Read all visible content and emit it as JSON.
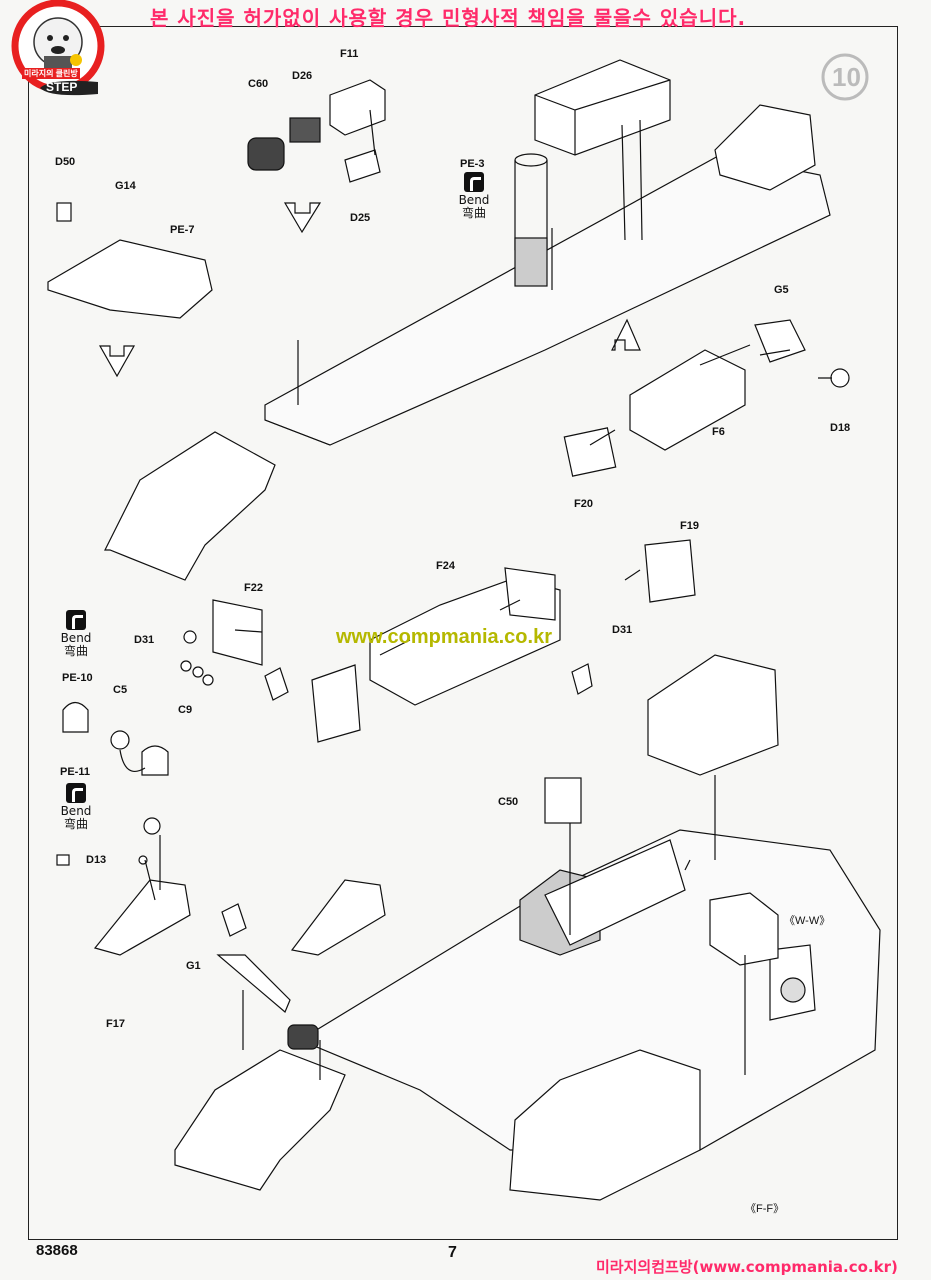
{
  "warning_text": "본 사진을 허가없이 사용할 경우 민형사적 책임을 물을수 있습니다.",
  "logo_text": "미라지의 클린방",
  "step_label": "STEP",
  "step_number": "10",
  "watermark_url": "www.compmania.co.kr",
  "footer_text": "미라지의컴프방(www.compmania.co.kr)",
  "kit_number": "83868",
  "page_number": "7",
  "bend": {
    "label": "Bend",
    "label_cn": "弯曲"
  },
  "parts": {
    "c60": "C60",
    "d26": "D26",
    "f11": "F11",
    "d25": "D25",
    "pe3": "PE-3",
    "d50": "D50",
    "g14": "G14",
    "pe7": "PE-7",
    "g5": "G5",
    "d18": "D18",
    "f6": "F6",
    "f20": "F20",
    "f19": "F19",
    "d31_right": "D31",
    "f24": "F24",
    "f22": "F22",
    "d31_left": "D31",
    "c9": "C9",
    "pe10": "PE-10",
    "c5": "C5",
    "pe11": "PE-11",
    "c50": "C50",
    "d13": "D13",
    "f17": "F17",
    "g1": "G1",
    "ww": "《W-W》",
    "ff": "《F-F》"
  },
  "colors": {
    "warning": "#ff2a6a",
    "watermark": "#b5b800",
    "logo_ring": "#e82020"
  }
}
